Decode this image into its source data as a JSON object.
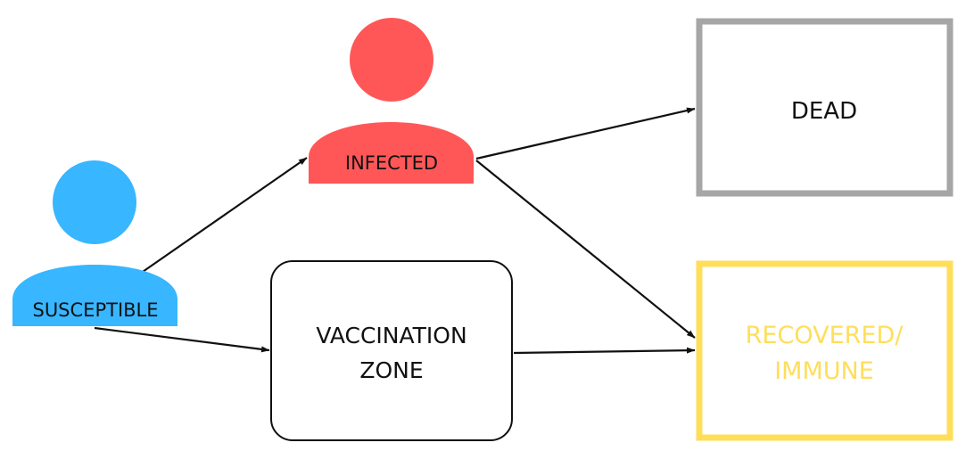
{
  "nodes": {
    "susceptible": {
      "label": "SUSCEPTIBLE",
      "color": "#38b6ff"
    },
    "infected": {
      "label": "INFECTED",
      "color": "#ff5757"
    },
    "vaccination": {
      "line1": "VACCINATION",
      "line2": "ZONE"
    },
    "dead": {
      "label": "DEAD",
      "border_color": "#a6a6a6"
    },
    "recovered": {
      "line1": "RECOVERED/",
      "line2": "IMMUNE",
      "color": "#ffde59"
    }
  },
  "edges": [
    {
      "from": "susceptible",
      "to": "infected"
    },
    {
      "from": "susceptible",
      "to": "vaccination"
    },
    {
      "from": "infected",
      "to": "dead"
    },
    {
      "from": "infected",
      "to": "recovered"
    },
    {
      "from": "vaccination",
      "to": "recovered"
    }
  ]
}
